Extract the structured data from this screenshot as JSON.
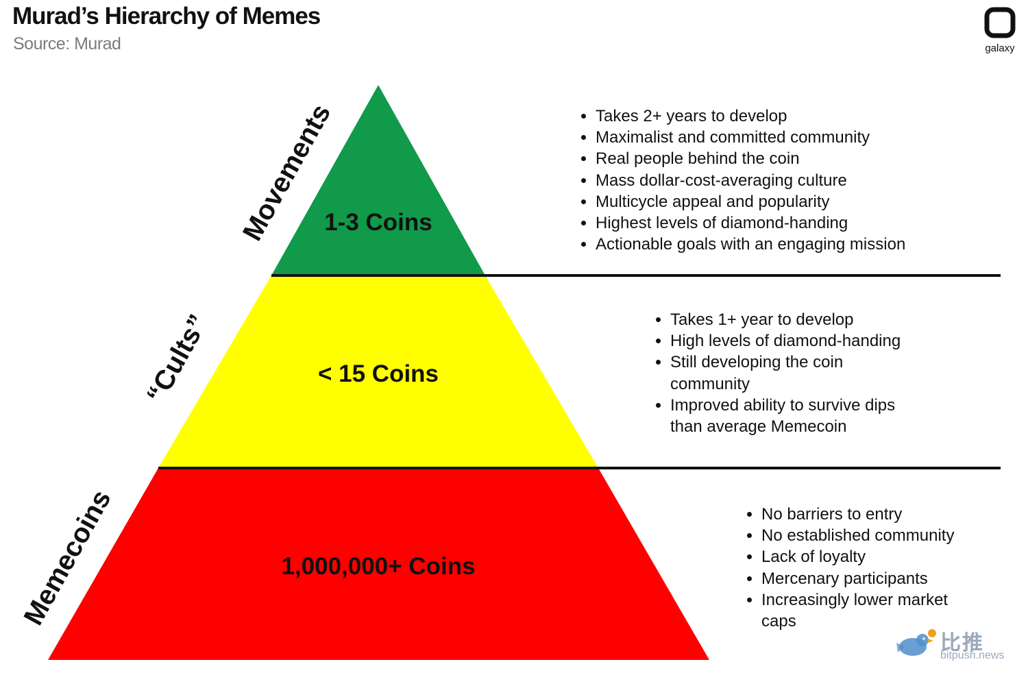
{
  "header": {
    "title": "Murad’s Hierarchy of Memes",
    "subtitle": "Source: Murad"
  },
  "brand": {
    "name": "galaxy",
    "icon": "galaxy-logo-icon"
  },
  "colors": {
    "top": "#109a4a",
    "middle": "#ffff00",
    "bottom": "#ff0000",
    "divider": "#111111"
  },
  "tiers": [
    {
      "side_label": "Movements",
      "count_label": "1-3 Coins",
      "bullets": [
        "Takes 2+ years to develop",
        "Maximalist and committed community",
        "Real people behind the coin",
        "Mass dollar-cost-averaging culture",
        "Multicycle appeal and popularity",
        "Highest levels of diamond-handing",
        "Actionable goals with an engaging mission"
      ]
    },
    {
      "side_label": "“Cults”",
      "count_label": "< 15 Coins",
      "bullets": [
        "Takes 1+ year to develop",
        "High levels of diamond-handing",
        "Still developing the coin community",
        "Improved ability to survive dips than average Memecoin"
      ]
    },
    {
      "side_label": "Memecoins",
      "count_label": "1,000,000+ Coins",
      "bullets": [
        "No barriers to entry",
        "No established community",
        "Lack of loyalty",
        "Mercenary participants",
        "Increasingly lower market caps"
      ]
    }
  ],
  "watermark": {
    "brand_cn": "比推",
    "url": "bitpush.news",
    "icon": "bitpush-bird-icon"
  }
}
